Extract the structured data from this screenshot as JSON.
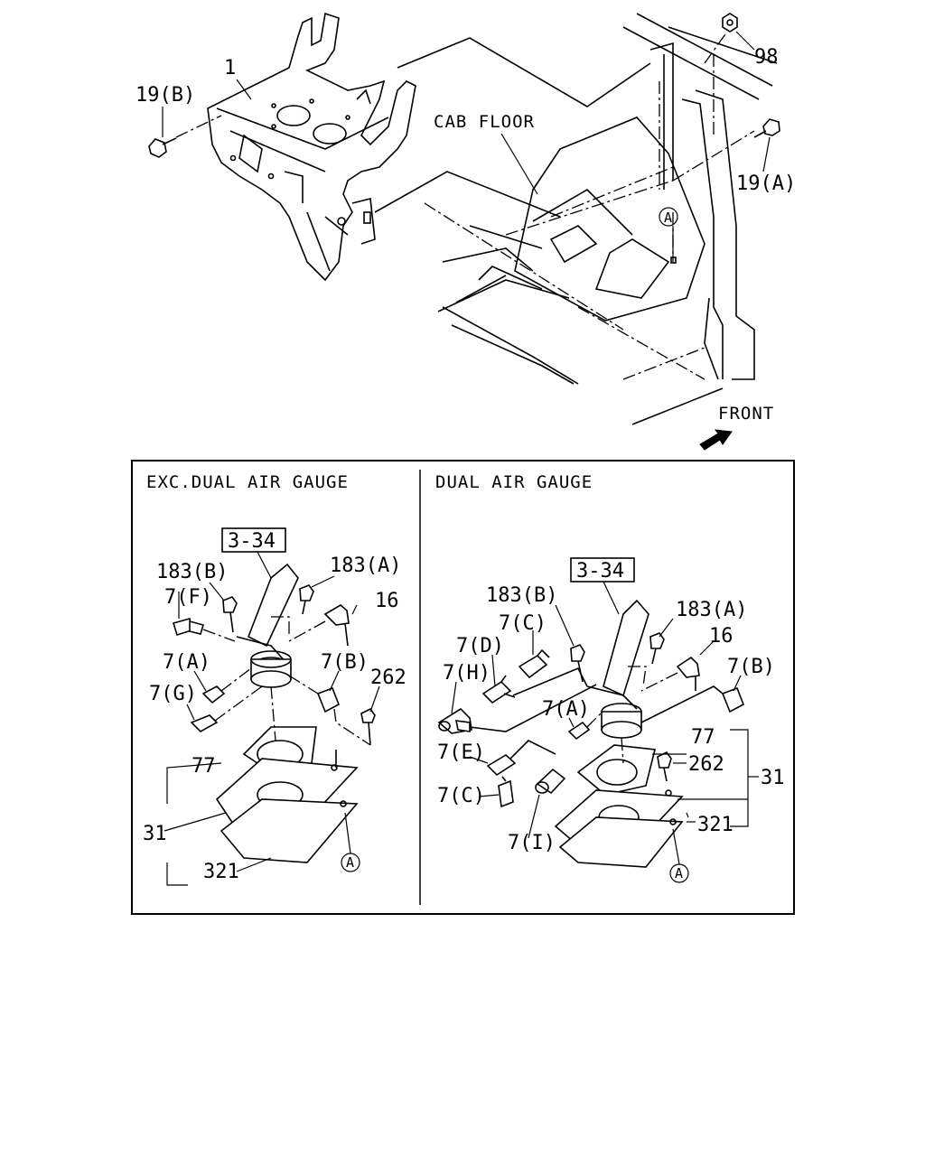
{
  "labels": {
    "top_1": "1",
    "top_19b": "19(B)",
    "top_98": "98",
    "top_19a": "19(A)",
    "top_cab_floor": "CAB FLOOR",
    "top_a": "A",
    "top_front": "FRONT",
    "left_header": "EXC.DUAL AIR GAUGE",
    "right_header": "DUAL AIR GAUGE",
    "left_ref": "3-34",
    "left_183b": "183(B)",
    "left_183a": "183(A)",
    "left_7f": "7(F)",
    "left_16": "16",
    "left_7a": "7(A)",
    "left_7b": "7(B)",
    "left_262": "262",
    "left_7g": "7(G)",
    "left_77": "77",
    "left_31": "31",
    "left_321": "321",
    "left_a": "A",
    "right_ref": "3-34",
    "right_183b": "183(B)",
    "right_183a": "183(A)",
    "right_7c_top": "7(C)",
    "right_16": "16",
    "right_7d": "7(D)",
    "right_7b": "7(B)",
    "right_7h": "7(H)",
    "right_7a": "7(A)",
    "right_77": "77",
    "right_7e": "7(E)",
    "right_262": "262",
    "right_31": "31",
    "right_7c_bottom": "7(C)",
    "right_321": "321",
    "right_7i": "7(I)",
    "right_a": "A"
  }
}
